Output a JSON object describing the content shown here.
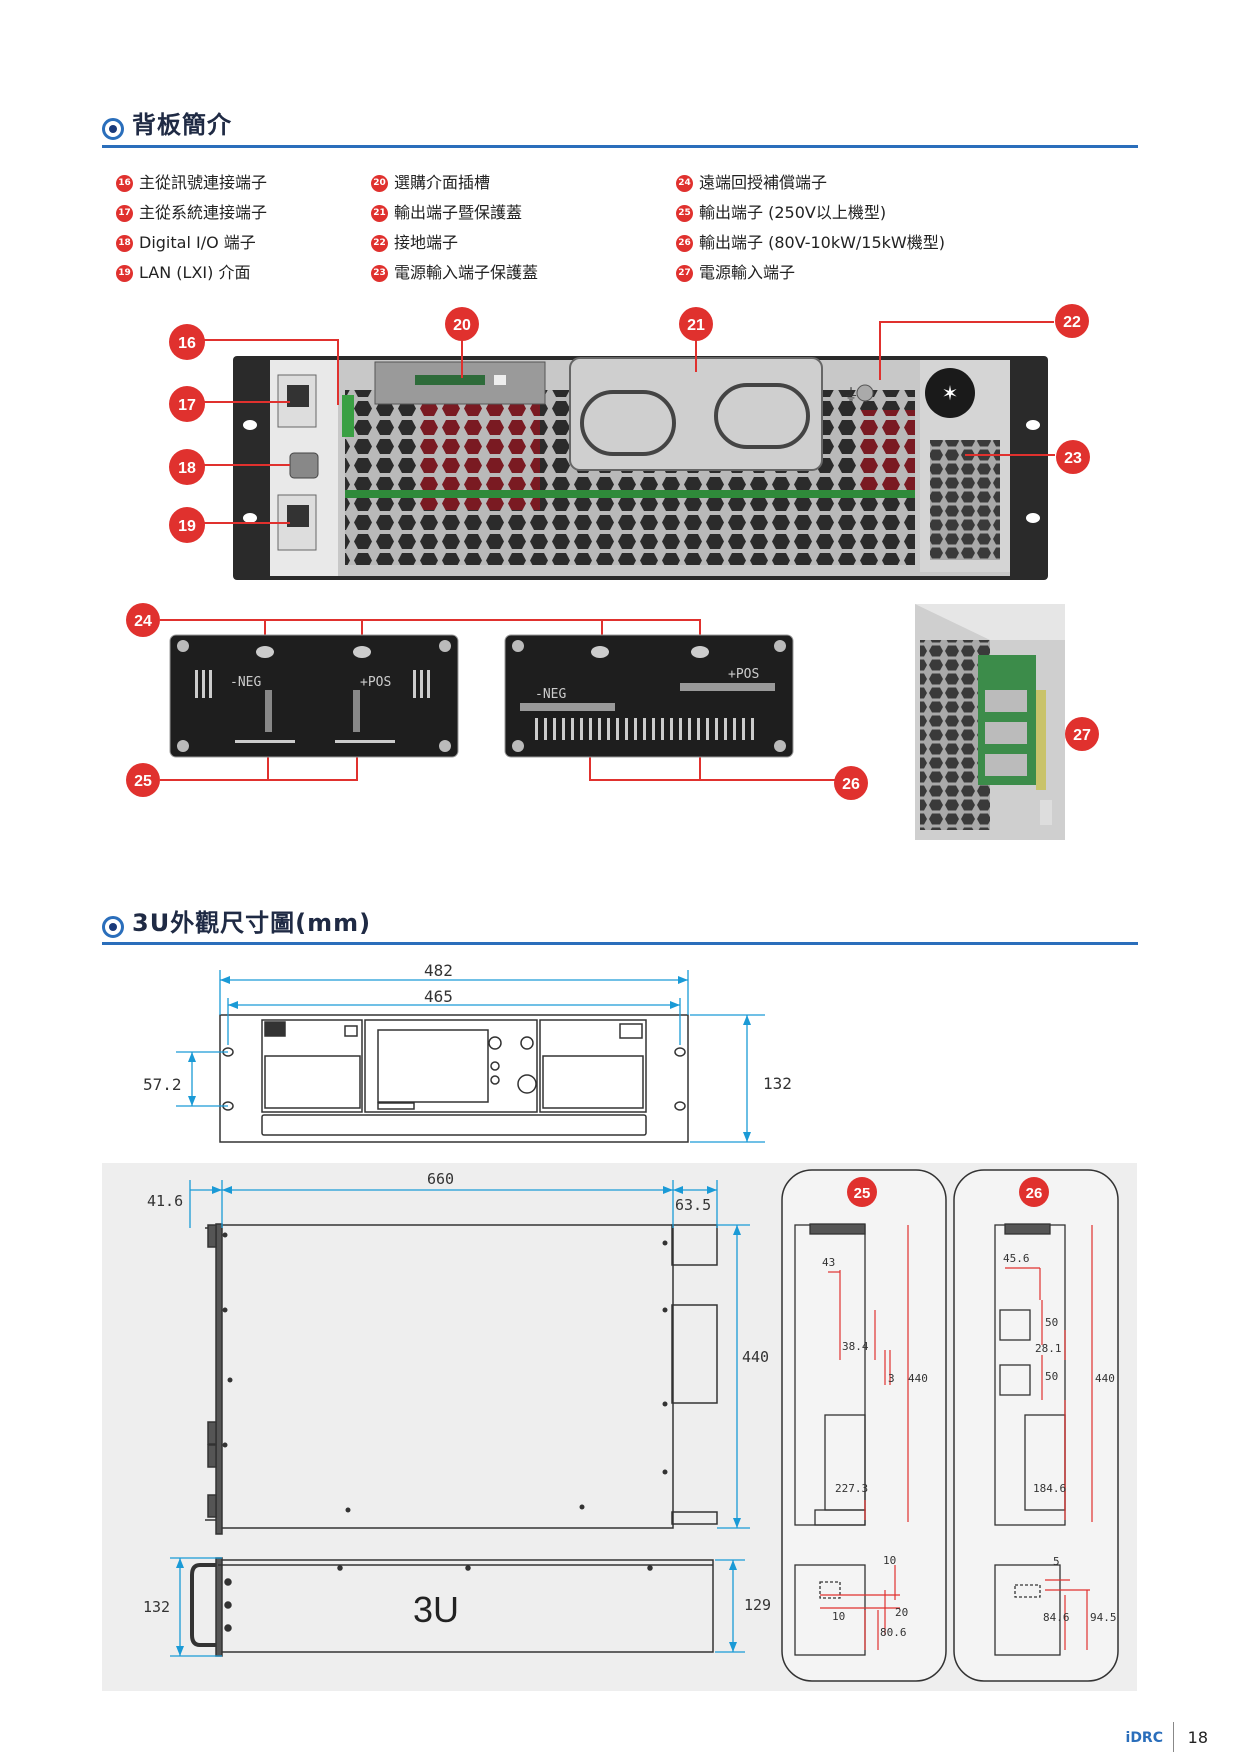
{
  "section1": {
    "title": "背板簡介"
  },
  "legend": [
    {
      "num": "16",
      "label": "主從訊號連接端子"
    },
    {
      "num": "17",
      "label": "主從系統連接端子"
    },
    {
      "num": "18",
      "label": "Digital I/O 端子"
    },
    {
      "num": "19",
      "label": "LAN (LXI) 介面"
    },
    {
      "num": "20",
      "label": "選購介面插槽"
    },
    {
      "num": "21",
      "label": "輸出端子暨保護蓋"
    },
    {
      "num": "22",
      "label": "接地端子"
    },
    {
      "num": "23",
      "label": "電源輸入端子保護蓋"
    },
    {
      "num": "24",
      "label": "遠端回授補償端子"
    },
    {
      "num": "25",
      "label": "輸出端子 (250V以上機型)"
    },
    {
      "num": "26",
      "label": "輸出端子 (80V-10kW/15kW機型)"
    },
    {
      "num": "27",
      "label": "電源輸入端子"
    }
  ],
  "callouts": [
    "16",
    "17",
    "18",
    "19",
    "20",
    "21",
    "22",
    "23",
    "24",
    "25",
    "26",
    "27"
  ],
  "panel_labels": {
    "neg": "-NEG",
    "pos": "+POS"
  },
  "section2": {
    "title": "3U外觀尺寸圖(mm)"
  },
  "front_dims": {
    "w482": "482",
    "w465": "465",
    "h57": "57.2",
    "h132": "132"
  },
  "side_dims": {
    "d660": "660",
    "d41": "41.6",
    "d63": "63.5",
    "h440": "440",
    "h132": "132",
    "h129": "129",
    "label3u": "3U"
  },
  "detail25": {
    "badge": "25",
    "d43": "43",
    "d38": "38.4",
    "d3": "3",
    "d440": "440",
    "d227": "227.3",
    "d10a": "10",
    "d10b": "10",
    "d20": "20",
    "d80": "80.6"
  },
  "detail26": {
    "badge": "26",
    "d45": "45.6",
    "d50a": "50",
    "d28": "28.1",
    "d50b": "50",
    "d440": "440",
    "d184": "184.6",
    "d5": "5",
    "d84": "84.6",
    "d94": "94.5"
  },
  "footer": {
    "brand": "iDRC",
    "page": "18"
  },
  "colors": {
    "accent": "#2a6ebb",
    "callout": "#e0312e",
    "dim": "#1a9ad6",
    "dim_red": "#e0312e"
  }
}
